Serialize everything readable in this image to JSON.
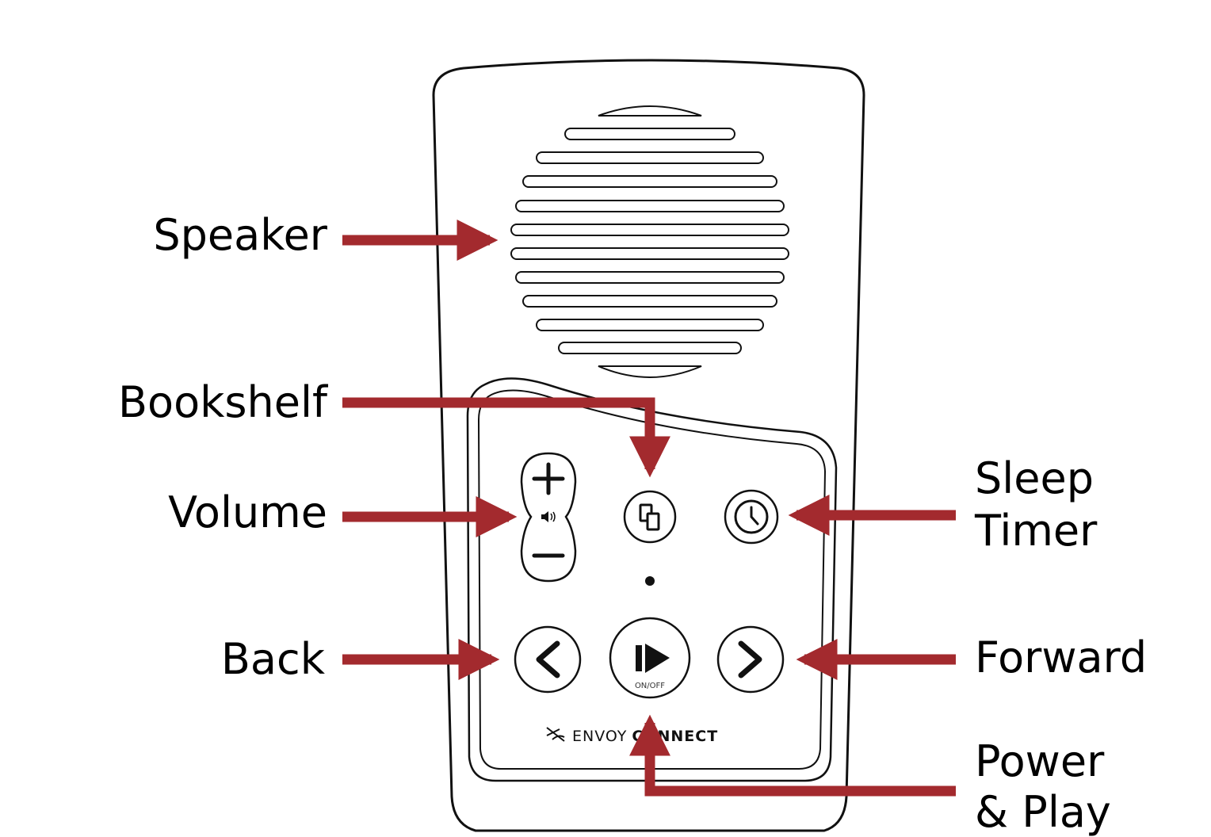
{
  "labels": {
    "speaker": "Speaker",
    "bookshelf": "Bookshelf",
    "volume": "Volume",
    "back": "Back",
    "sleep_timer_line1": "Sleep",
    "sleep_timer_line2": "Timer",
    "forward": "Forward",
    "power_play_line1": "Power",
    "power_play_line2": "& Play"
  },
  "device": {
    "brand_light": "ENVOY",
    "brand_bold": "CONNECT",
    "play_button_caption": "ON/OFF"
  },
  "colors": {
    "arrow": "#a32a2e",
    "outline": "#111111"
  }
}
